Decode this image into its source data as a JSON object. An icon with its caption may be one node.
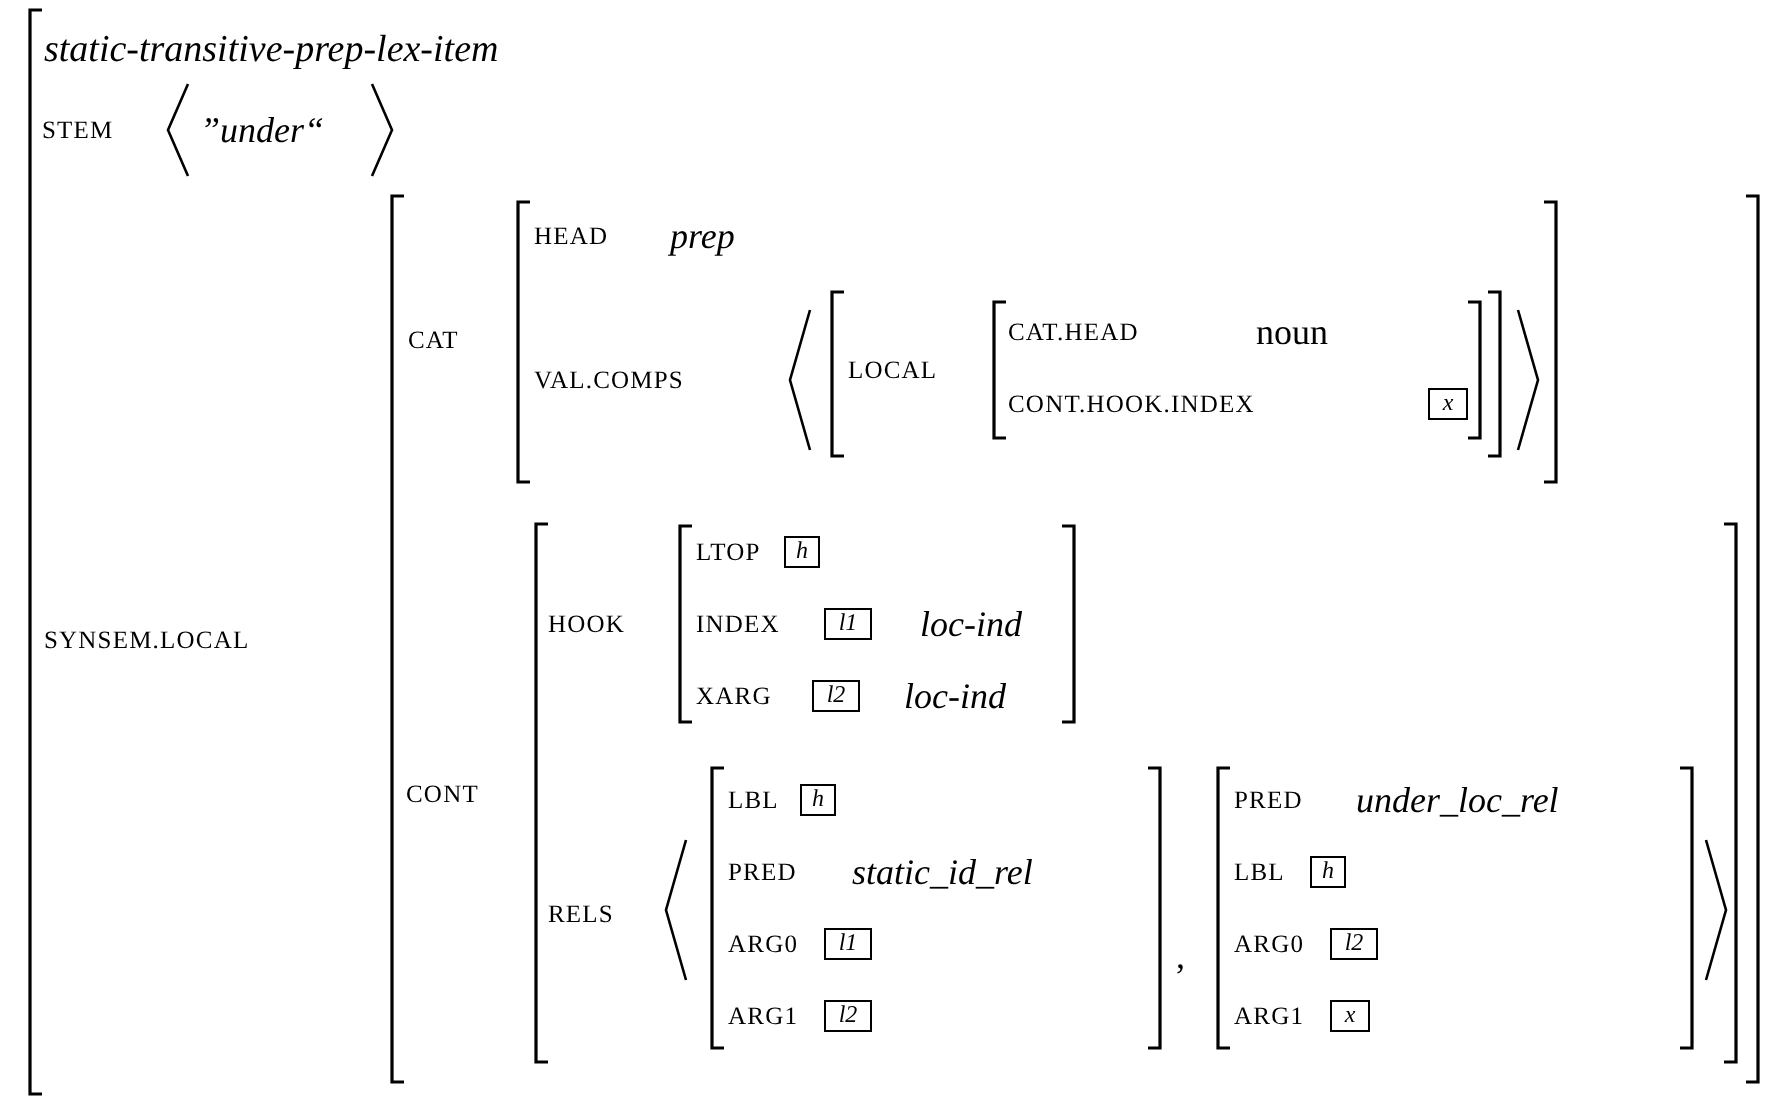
{
  "diagram": {
    "nodes": [
      {
        "text": [
          "static-transitive-prep-lex-item",
          "STEM",
          "”*under*“",
          "SYNSEM.LOCAL"
        ]
      },
      {
        "text": [
          "CAT",
          "CONT"
        ],
        "in": 0
      },
      {
        "text": [
          "HEAD",
          "prep",
          "VAL.COMPS"
        ],
        "in": 1
      },
      {
        "text": [
          "LOCAL"
        ],
        "in": 2
      },
      {
        "text": [
          "CAT.HEAD",
          "noun",
          "CONT.HOOK.INDEX"
        ],
        "in": 3
      },
      {
        "text": [
          "x"
        ],
        "in": 4
      },
      {
        "text": [
          "HOOK",
          "RELS"
        ],
        "in": 1
      },
      {
        "text": [
          "LTOP",
          "INDEX",
          "loc-ind",
          "XARG",
          "loc-ind"
        ],
        "in": 6
      },
      {
        "text": [
          "h"
        ],
        "in": 7
      },
      {
        "text": [
          "l1"
        ],
        "in": 7
      },
      {
        "text": [
          "l2"
        ],
        "in": 7
      },
      {
        "text": [
          "LBL",
          "PRED",
          "static_id_rel",
          "ARG0",
          "ARG1"
        ],
        "in": 6
      },
      {
        "text": [
          "h"
        ],
        "in": 11
      },
      {
        "text": [
          "l1"
        ],
        "in": 11
      },
      {
        "text": [
          "l2"
        ],
        "in": 11
      },
      {
        "text": [
          "PRED",
          "under_loc_rel",
          "LBL",
          "ARG0",
          "ARG1"
        ],
        "in": 6
      },
      {
        "text": [
          "h"
        ],
        "in": 15
      },
      {
        "text": [
          "l2"
        ],
        "in": 15
      },
      {
        "text": [
          "x"
        ],
        "in": 15
      }
    ],
    "labels": [
      ","
    ]
  }
}
